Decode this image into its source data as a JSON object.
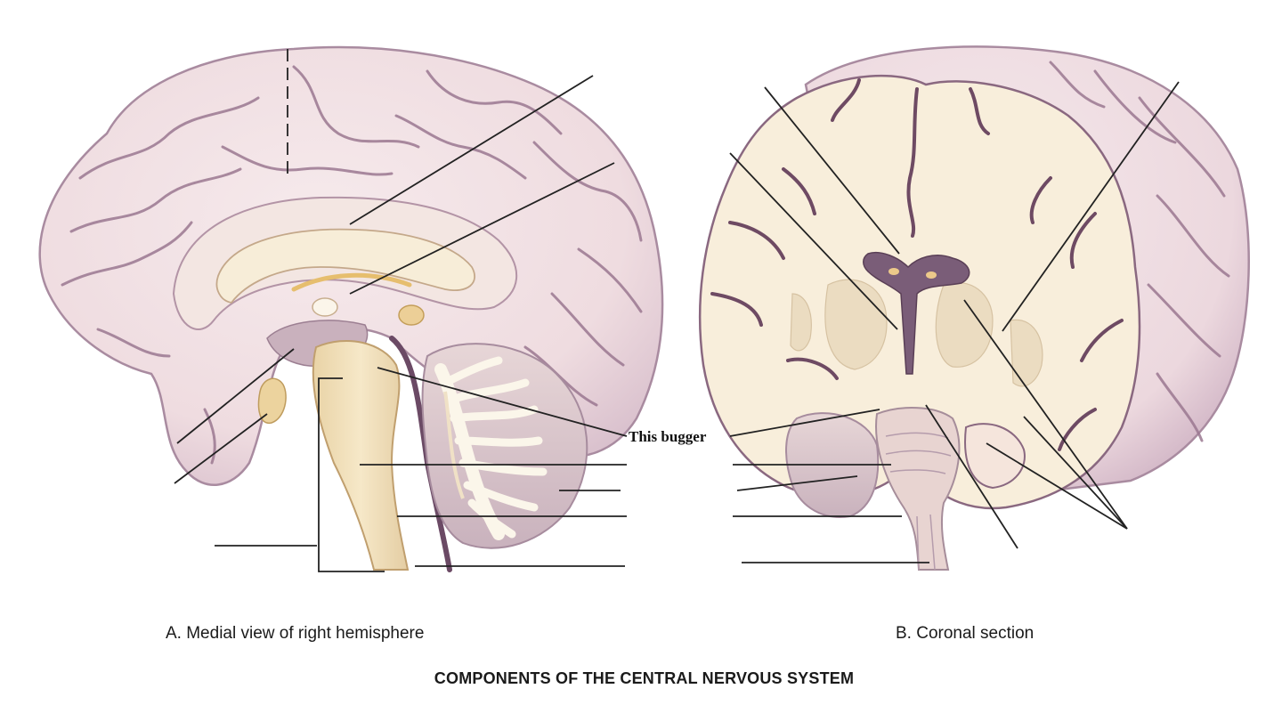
{
  "figure": {
    "title": "COMPONENTS OF THE CENTRAL NERVOUS SYSTEM",
    "panels": [
      {
        "caption": "A. Medial view of right hemisphere"
      },
      {
        "caption": "B. Coronal section"
      }
    ],
    "callout_label": "This bugger",
    "colors": {
      "cortex": "#f1dfe2",
      "cortex_shadow": "#b58fa2",
      "sulcus": "#6e4a63",
      "white_matter": "#f8efdd",
      "corpus_callosum": "#f3e7cf",
      "brainstem": "#f1dfba",
      "gray_nuclei": "#e9dcc4",
      "accent_yellow": "#ecc98a",
      "ventricle": "#7a5d78",
      "leader_line": "#222222"
    }
  }
}
